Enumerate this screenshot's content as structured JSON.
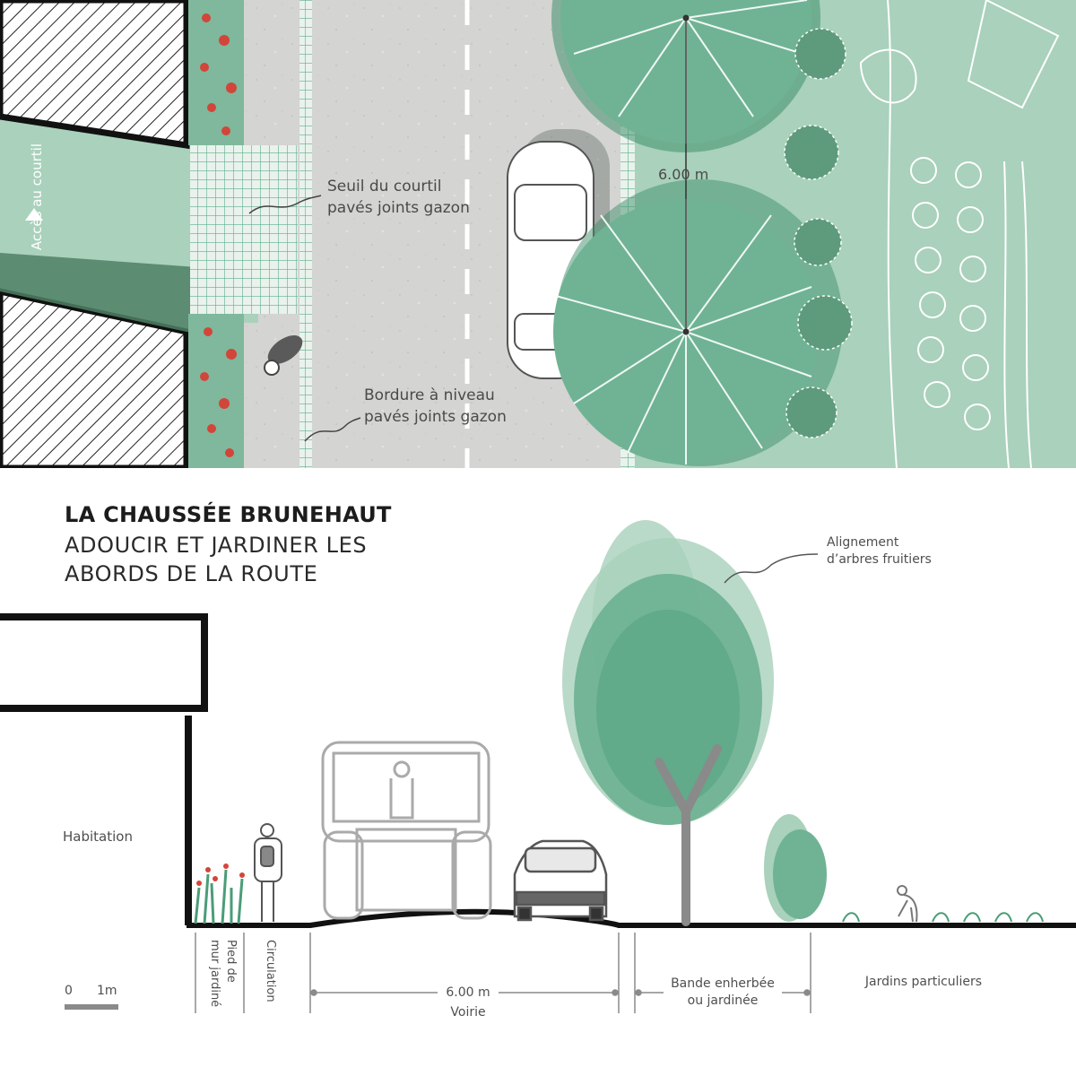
{
  "title": {
    "main": "LA CHAUSSÉE BRUNEHAUT",
    "line1": "ADOUCIR ET JARDINER LES",
    "line2": "ABORDS DE LA ROUTE"
  },
  "plan": {
    "access_label": "Accès au courtil",
    "road_width": "6.00 m",
    "seuil_line1": "Seuil du courtil",
    "seuil_line2": "pavés joints gazon",
    "bordure_line1": "Bordure à niveau",
    "bordure_line2": "pavés joints gazon"
  },
  "section": {
    "habitation": "Habitation",
    "alignement_line1": "Alignement",
    "alignement_line2": "d’arbres fruitiers",
    "pied_line1": "Pied de",
    "pied_line2": "mur jardiné",
    "circulation": "Circulation",
    "voirie_width": "6.00 m",
    "voirie": "Voirie",
    "bande_line1": "Bande enherbée",
    "bande_line2": "ou jardinée",
    "jardins": "Jardins particuliers"
  },
  "scale": {
    "zero": "0",
    "one": "1m"
  },
  "colors": {
    "green_light": "#a9d1bb",
    "green_mid": "#6fb394",
    "green_dark": "#3f8f6c",
    "road_grey": "#d6d6d4",
    "red_flowers": "#d2453a",
    "black": "#1a1a1a"
  }
}
